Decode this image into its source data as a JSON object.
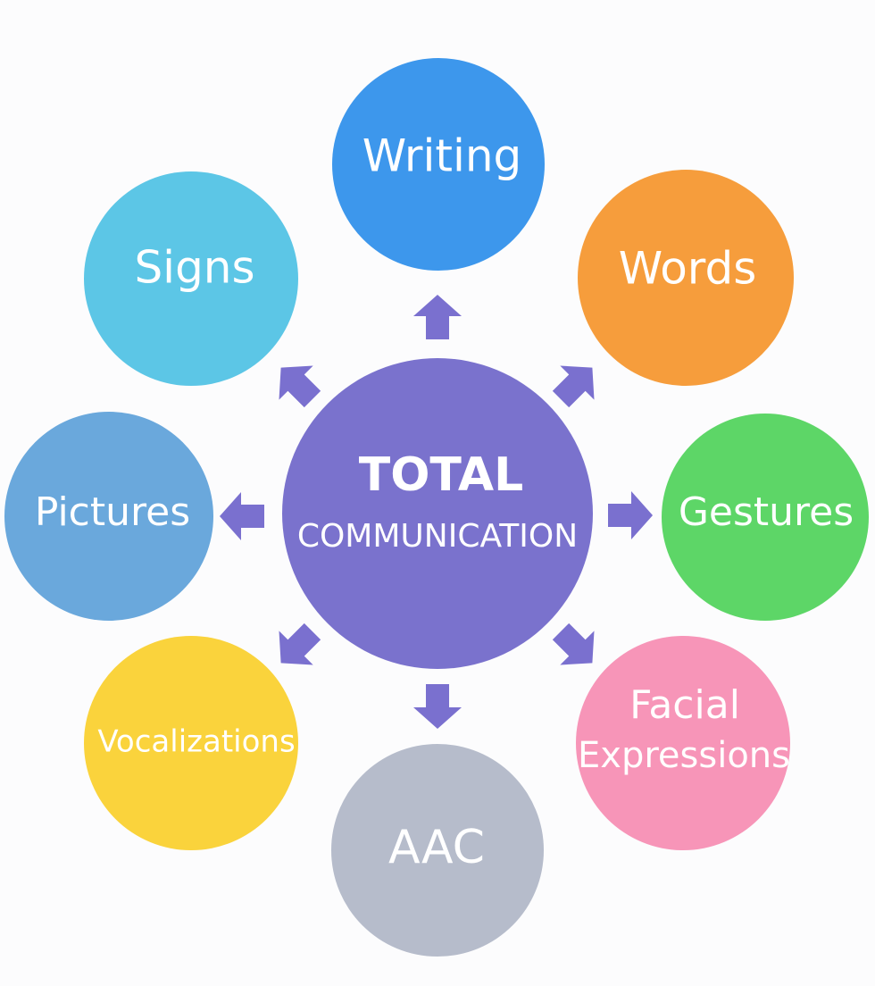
{
  "center": {
    "line1": "TOTAL",
    "line2": "COMMUNICATION",
    "color": "#7a72cd"
  },
  "nodes": [
    {
      "id": "writing",
      "label": "Writing",
      "color": "#3d97ec"
    },
    {
      "id": "words",
      "label": "Words",
      "color": "#f69d3c"
    },
    {
      "id": "gestures",
      "label": "Gestures",
      "color": "#5dd667"
    },
    {
      "id": "facial-expressions",
      "label_line1": "Facial",
      "label_line2": "Expressions",
      "color": "#f795b8"
    },
    {
      "id": "aac",
      "label": "AAC",
      "color": "#b6bccb"
    },
    {
      "id": "vocalizations",
      "label": "Vocalizations",
      "color": "#fad33c"
    },
    {
      "id": "pictures",
      "label": "Pictures",
      "color": "#6aa8dc"
    },
    {
      "id": "signs",
      "label": "Signs",
      "color": "#5cc6e6"
    }
  ],
  "arrow_color": "#7a70cf"
}
